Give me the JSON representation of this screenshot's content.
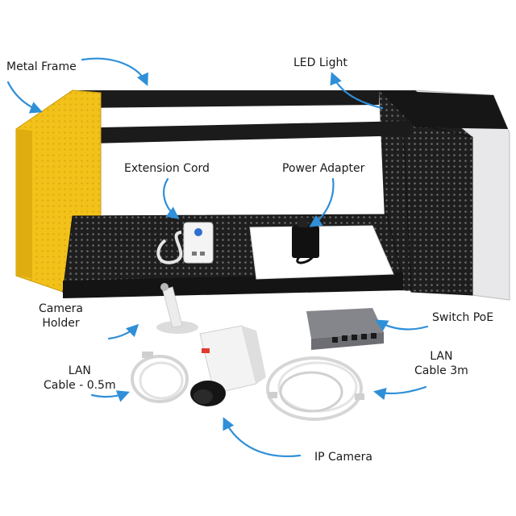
{
  "labels": {
    "metal_frame": "Metal Frame",
    "led_light": "LED Light",
    "extension_cord": "Extension Cord",
    "power_adapter": "Power Adapter",
    "camera_holder_1": "Camera",
    "camera_holder_2": "Holder",
    "switch_poe": "Switch PoE",
    "lan_short_1": "LAN",
    "lan_short_2": "Cable - 0.5m",
    "lan_long_1": "LAN",
    "lan_long_2": "Cable 3m",
    "ip_camera": "IP Camera"
  },
  "colors": {
    "arrow": "#2f8fd8",
    "frame_yellow": "#f2c21a",
    "frame_black": "#1d1d1d",
    "background": "#ffffff"
  }
}
